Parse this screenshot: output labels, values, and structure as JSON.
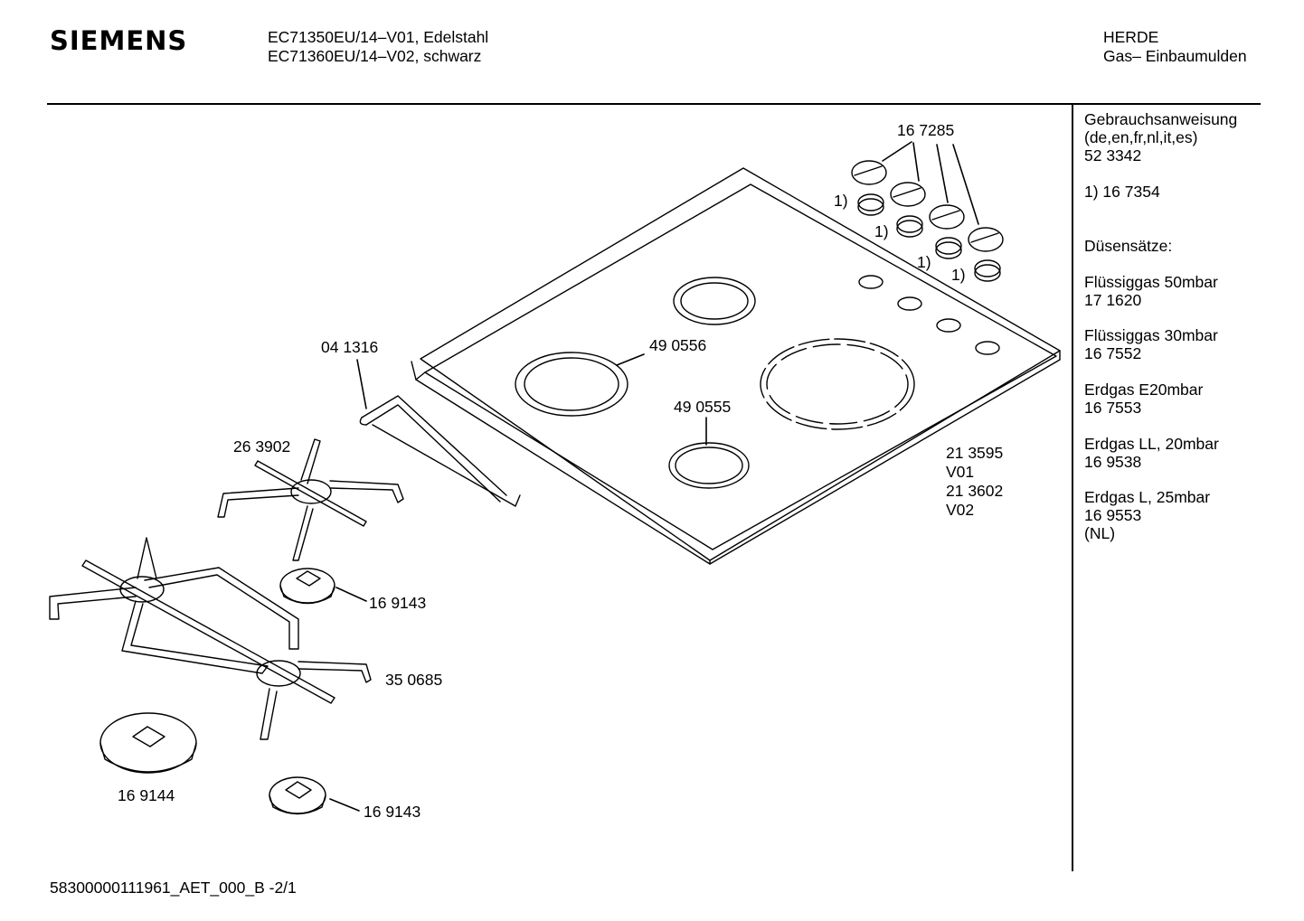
{
  "header": {
    "brand": "SIEMENS",
    "model_line1": "EC71350EU/14–V01, Edelstahl",
    "model_line2": "EC71360EU/14–V02, schwarz",
    "category_line1": "HERDE",
    "category_line2": "Gas– Einbaumulden"
  },
  "sidebar": {
    "manual_title": "Gebrauchsanweisung",
    "manual_languages": "(de,en,fr,nl,it,es)",
    "manual_number": "52 3342",
    "footnote": "1)  16 7354",
    "nozzle_title": "Düsensätze:",
    "nozzle_sets": [
      {
        "name": "Flüssiggas 50mbar",
        "number": "17 1620"
      },
      {
        "name": "Flüssiggas 30mbar",
        "number": "16 7552"
      },
      {
        "name": "Erdgas E20mbar",
        "number": "16 7553"
      },
      {
        "name": "Erdgas LL, 20mbar",
        "number": "16 9538"
      },
      {
        "name": "Erdgas L, 25mbar",
        "number": "16 9553"
      }
    ],
    "nozzle_note": "(NL)"
  },
  "parts": {
    "knobs": "16 7285",
    "footnote_ref": "1)",
    "seal": "04 1316",
    "burner_ring_large": "49 0556",
    "burner_ring_small": "49 0555",
    "hob_v01": "21 3595",
    "variant_v01": "V01",
    "hob_v02": "21 3602",
    "variant_v02": "V02",
    "grate_small": "26 3902",
    "burner_cap_a": "16 9143",
    "grate_double": "35 0685",
    "burner_cap_large": "16 9144",
    "burner_cap_b": "16 9143"
  },
  "footer": {
    "doc_id": "58300000111961_AET_000_B   -2/1"
  }
}
